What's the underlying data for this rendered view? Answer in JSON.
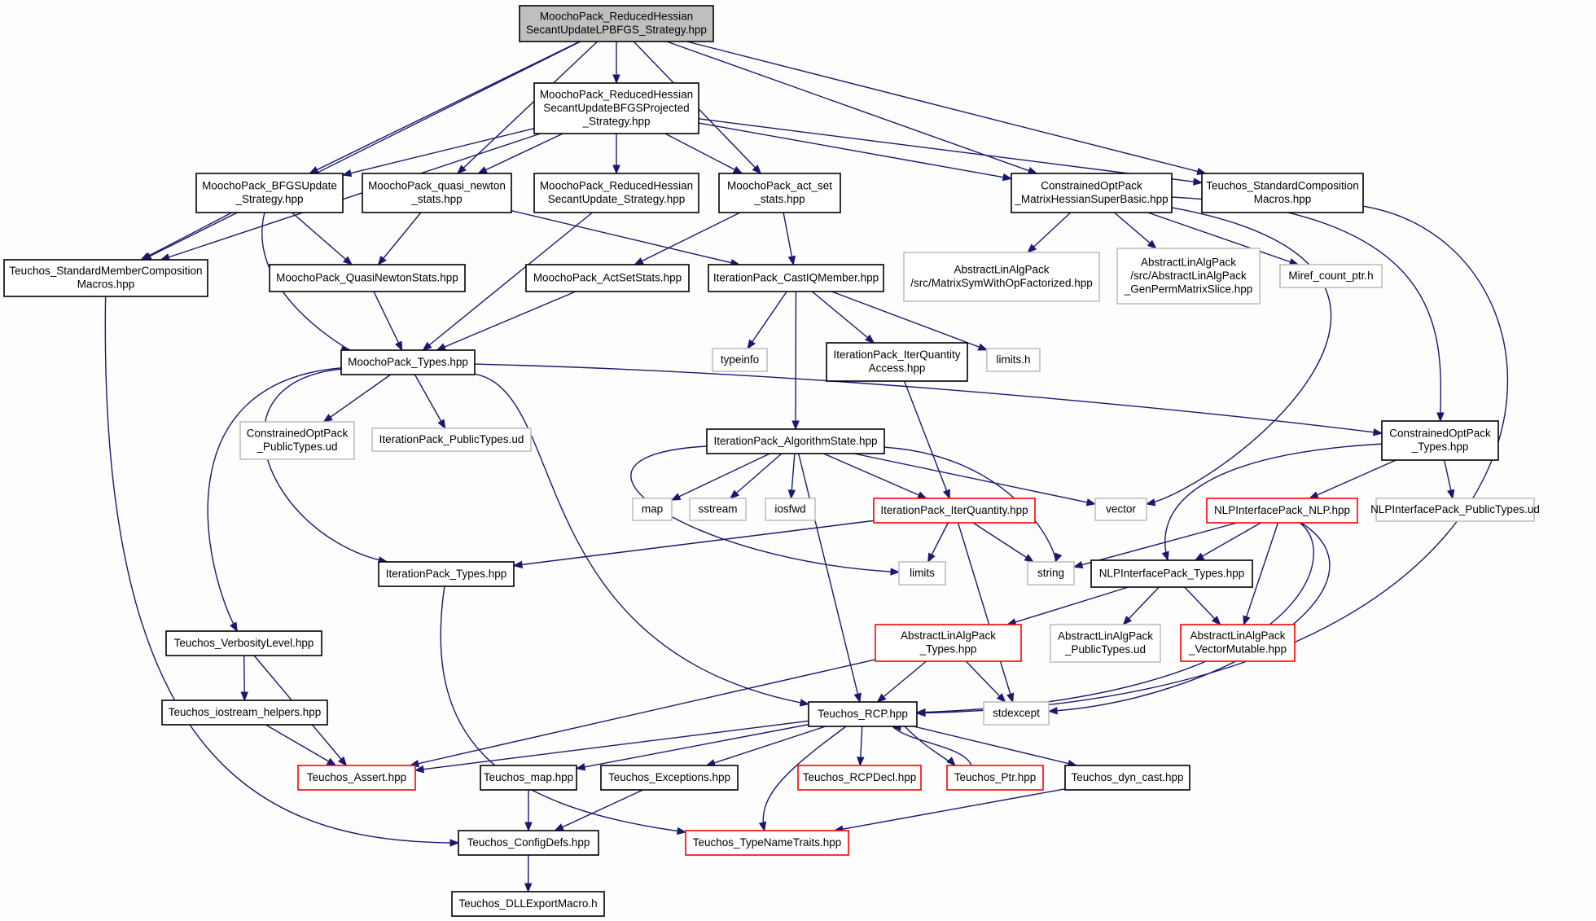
{
  "graph": {
    "colors": {
      "background": "#fcfdfc",
      "edge": "#191970",
      "node_border_default": "#000000",
      "node_border_incomplete": "#ff0000",
      "node_border_external": "#bfbfbf",
      "root_fill": "#bfbfbf"
    },
    "nodes": [
      {
        "id": "root",
        "style": "root",
        "lines": [
          "MoochoPack_ReducedHessian",
          "SecantUpdateLPBFGS_Strategy.hpp"
        ]
      },
      {
        "id": "bfgsproj",
        "style": "normal",
        "lines": [
          "MoochoPack_ReducedHessian",
          "SecantUpdateBFGSProjected",
          "_Strategy.hpp"
        ]
      },
      {
        "id": "bfgsupdate",
        "style": "normal",
        "lines": [
          "MoochoPack_BFGSUpdate",
          "_Strategy.hpp"
        ]
      },
      {
        "id": "qnstats",
        "style": "normal",
        "lines": [
          "MoochoPack_quasi_newton",
          "_stats.hpp"
        ]
      },
      {
        "id": "rhsecant",
        "style": "normal",
        "lines": [
          "MoochoPack_ReducedHessian",
          "SecantUpdate_Strategy.hpp"
        ]
      },
      {
        "id": "actset",
        "style": "normal",
        "lines": [
          "MoochoPack_act_set",
          "_stats.hpp"
        ]
      },
      {
        "id": "cohessian",
        "style": "normal",
        "lines": [
          "ConstrainedOptPack",
          "_MatrixHessianSuperBasic.hpp"
        ]
      },
      {
        "id": "stdcomp",
        "style": "normal",
        "lines": [
          "Teuchos_StandardComposition",
          "Macros.hpp"
        ]
      },
      {
        "id": "stdmember",
        "style": "normal",
        "lines": [
          "Teuchos_StandardMemberComposition",
          "Macros.hpp"
        ]
      },
      {
        "id": "qnstatsclass",
        "style": "normal",
        "lines": [
          "MoochoPack_QuasiNewtonStats.hpp"
        ]
      },
      {
        "id": "actsetstats",
        "style": "normal",
        "lines": [
          "MoochoPack_ActSetStats.hpp"
        ]
      },
      {
        "id": "castiq",
        "style": "normal",
        "lines": [
          "IterationPack_CastIQMember.hpp"
        ]
      },
      {
        "id": "symfact",
        "style": "grey",
        "lines": [
          "AbstractLinAlgPack",
          "/src/MatrixSymWithOpFactorized.hpp"
        ]
      },
      {
        "id": "genperm",
        "style": "grey",
        "lines": [
          "AbstractLinAlgPack",
          "/src/AbstractLinAlgPack",
          "_GenPermMatrixSlice.hpp"
        ]
      },
      {
        "id": "miref",
        "style": "grey",
        "lines": [
          "Miref_count_ptr.h"
        ]
      },
      {
        "id": "mtypes",
        "style": "normal",
        "lines": [
          "MoochoPack_Types.hpp"
        ]
      },
      {
        "id": "typeinfo",
        "style": "grey",
        "lines": [
          "typeinfo"
        ]
      },
      {
        "id": "iqaccess",
        "style": "normal",
        "lines": [
          "IterationPack_IterQuantity",
          "Access.hpp"
        ]
      },
      {
        "id": "limitsh",
        "style": "grey",
        "lines": [
          "limits.h"
        ]
      },
      {
        "id": "coputypes",
        "style": "grey",
        "lines": [
          "ConstrainedOptPack",
          "_PublicTypes.ud"
        ]
      },
      {
        "id": "ipputypes",
        "style": "grey",
        "lines": [
          "IterationPack_PublicTypes.ud"
        ]
      },
      {
        "id": "algstate",
        "style": "normal",
        "lines": [
          "IterationPack_AlgorithmState.hpp"
        ]
      },
      {
        "id": "cotypes",
        "style": "normal",
        "lines": [
          "ConstrainedOptPack",
          "_Types.hpp"
        ]
      },
      {
        "id": "map",
        "style": "grey",
        "lines": [
          "map"
        ]
      },
      {
        "id": "sstream",
        "style": "grey",
        "lines": [
          "sstream"
        ]
      },
      {
        "id": "iosfwd",
        "style": "grey",
        "lines": [
          "iosfwd"
        ]
      },
      {
        "id": "iterq",
        "style": "red",
        "lines": [
          "IterationPack_IterQuantity.hpp"
        ]
      },
      {
        "id": "vector",
        "style": "grey",
        "lines": [
          "vector"
        ]
      },
      {
        "id": "nlp",
        "style": "red",
        "lines": [
          "NLPInterfacePack_NLP.hpp"
        ]
      },
      {
        "id": "nlputypes",
        "style": "grey",
        "lines": [
          "NLPInterfacePack_PublicTypes.ud"
        ]
      },
      {
        "id": "iptypes",
        "style": "normal",
        "lines": [
          "IterationPack_Types.hpp"
        ]
      },
      {
        "id": "limits",
        "style": "grey",
        "lines": [
          "limits"
        ]
      },
      {
        "id": "string",
        "style": "grey",
        "lines": [
          "string"
        ]
      },
      {
        "id": "nlptypes",
        "style": "normal",
        "lines": [
          "NLPInterfacePack_Types.hpp"
        ]
      },
      {
        "id": "verb",
        "style": "normal",
        "lines": [
          "Teuchos_VerbosityLevel.hpp"
        ]
      },
      {
        "id": "alatypes",
        "style": "red",
        "lines": [
          "AbstractLinAlgPack",
          "_Types.hpp"
        ]
      },
      {
        "id": "alaputypes",
        "style": "grey",
        "lines": [
          "AbstractLinAlgPack",
          "_PublicTypes.ud"
        ]
      },
      {
        "id": "vecmut",
        "style": "red",
        "lines": [
          "AbstractLinAlgPack",
          "_VectorMutable.hpp"
        ]
      },
      {
        "id": "iostream",
        "style": "normal",
        "lines": [
          "Teuchos_iostream_helpers.hpp"
        ]
      },
      {
        "id": "rcp",
        "style": "normal",
        "lines": [
          "Teuchos_RCP.hpp"
        ]
      },
      {
        "id": "stdexcept",
        "style": "grey",
        "lines": [
          "stdexcept"
        ]
      },
      {
        "id": "assert",
        "style": "red",
        "lines": [
          "Teuchos_Assert.hpp"
        ]
      },
      {
        "id": "tmap",
        "style": "normal",
        "lines": [
          "Teuchos_map.hpp"
        ]
      },
      {
        "id": "exceptions",
        "style": "normal",
        "lines": [
          "Teuchos_Exceptions.hpp"
        ]
      },
      {
        "id": "rcpdecl",
        "style": "red",
        "lines": [
          "Teuchos_RCPDecl.hpp"
        ]
      },
      {
        "id": "ptr",
        "style": "red",
        "lines": [
          "Teuchos_Ptr.hpp"
        ]
      },
      {
        "id": "dyncast",
        "style": "normal",
        "lines": [
          "Teuchos_dyn_cast.hpp"
        ]
      },
      {
        "id": "config",
        "style": "normal",
        "lines": [
          "Teuchos_ConfigDefs.hpp"
        ]
      },
      {
        "id": "typename",
        "style": "red",
        "lines": [
          "Teuchos_TypeNameTraits.hpp"
        ]
      },
      {
        "id": "dllexport",
        "style": "normal",
        "lines": [
          "Teuchos_DLLExportMacro.h"
        ]
      }
    ],
    "edges": [
      [
        "root",
        "bfgsproj"
      ],
      [
        "root",
        "bfgsupdate"
      ],
      [
        "root",
        "qnstats"
      ],
      [
        "root",
        "actset"
      ],
      [
        "root",
        "cohessian"
      ],
      [
        "root",
        "stdcomp"
      ],
      [
        "root",
        "stdmember"
      ],
      [
        "bfgsproj",
        "bfgsupdate"
      ],
      [
        "bfgsproj",
        "qnstats"
      ],
      [
        "bfgsproj",
        "rhsecant"
      ],
      [
        "bfgsproj",
        "actset"
      ],
      [
        "bfgsproj",
        "cohessian"
      ],
      [
        "bfgsproj",
        "stdcomp"
      ],
      [
        "bfgsproj",
        "stdmember"
      ],
      [
        "bfgsupdate",
        "stdmember"
      ],
      [
        "bfgsupdate",
        "qnstatsclass"
      ],
      [
        "bfgsupdate",
        "mtypes"
      ],
      [
        "qnstats",
        "qnstatsclass"
      ],
      [
        "qnstats",
        "castiq"
      ],
      [
        "rhsecant",
        "mtypes"
      ],
      [
        "actset",
        "actsetstats"
      ],
      [
        "actset",
        "castiq"
      ],
      [
        "cohessian",
        "symfact"
      ],
      [
        "cohessian",
        "genperm"
      ],
      [
        "cohessian",
        "miref"
      ],
      [
        "cohessian",
        "vector"
      ],
      [
        "cohessian",
        "cotypes"
      ],
      [
        "stdcomp",
        "rcp"
      ],
      [
        "stdmember",
        "config"
      ],
      [
        "qnstatsclass",
        "mtypes"
      ],
      [
        "actsetstats",
        "mtypes"
      ],
      [
        "castiq",
        "typeinfo"
      ],
      [
        "castiq",
        "iqaccess"
      ],
      [
        "castiq",
        "limitsh"
      ],
      [
        "castiq",
        "algstate"
      ],
      [
        "mtypes",
        "coputypes"
      ],
      [
        "mtypes",
        "ipputypes"
      ],
      [
        "mtypes",
        "cotypes"
      ],
      [
        "mtypes",
        "verb"
      ],
      [
        "mtypes",
        "iptypes"
      ],
      [
        "mtypes",
        "rcp"
      ],
      [
        "iqaccess",
        "iterq"
      ],
      [
        "algstate",
        "map"
      ],
      [
        "algstate",
        "sstream"
      ],
      [
        "algstate",
        "iosfwd"
      ],
      [
        "algstate",
        "iterq"
      ],
      [
        "algstate",
        "vector"
      ],
      [
        "algstate",
        "string"
      ],
      [
        "algstate",
        "limits"
      ],
      [
        "algstate",
        "rcp"
      ],
      [
        "cotypes",
        "nlp"
      ],
      [
        "cotypes",
        "nlputypes"
      ],
      [
        "cotypes",
        "nlptypes"
      ],
      [
        "iterq",
        "iptypes"
      ],
      [
        "iterq",
        "limits"
      ],
      [
        "iterq",
        "string"
      ],
      [
        "iterq",
        "stdexcept"
      ],
      [
        "nlp",
        "string"
      ],
      [
        "nlp",
        "nlptypes"
      ],
      [
        "nlp",
        "vecmut"
      ],
      [
        "nlp",
        "rcp"
      ],
      [
        "nlp",
        "stdexcept"
      ],
      [
        "nlptypes",
        "alatypes"
      ],
      [
        "nlptypes",
        "alaputypes"
      ],
      [
        "nlptypes",
        "vecmut"
      ],
      [
        "iptypes",
        "typename"
      ],
      [
        "verb",
        "iostream"
      ],
      [
        "verb",
        "assert"
      ],
      [
        "iostream",
        "assert"
      ],
      [
        "alatypes",
        "assert"
      ],
      [
        "alatypes",
        "rcp"
      ],
      [
        "alatypes",
        "stdexcept"
      ],
      [
        "rcp",
        "assert"
      ],
      [
        "rcp",
        "tmap"
      ],
      [
        "rcp",
        "exceptions"
      ],
      [
        "rcp",
        "rcpdecl"
      ],
      [
        "rcp",
        "ptr"
      ],
      [
        "rcp",
        "dyncast"
      ],
      [
        "rcp",
        "typename"
      ],
      [
        "ptr",
        "rcp"
      ],
      [
        "tmap",
        "config"
      ],
      [
        "exceptions",
        "config"
      ],
      [
        "dyncast",
        "typename"
      ],
      [
        "config",
        "dllexport"
      ]
    ]
  }
}
